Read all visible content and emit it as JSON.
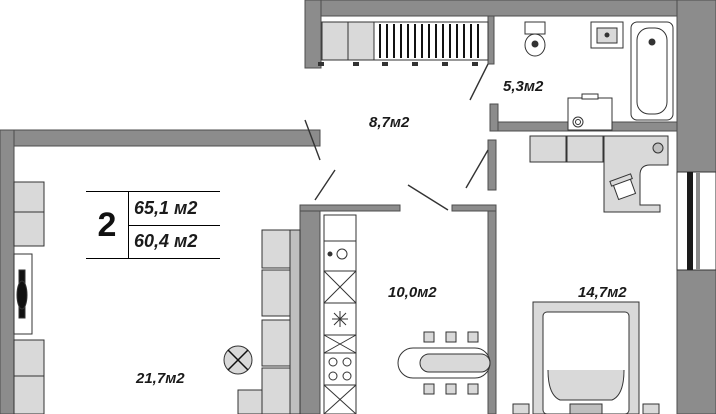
{
  "apartment": {
    "rooms_count": "2",
    "total_area": "65,1 м2",
    "living_area": "60,4 м2"
  },
  "rooms": [
    {
      "id": "hall",
      "area": "8,7м2"
    },
    {
      "id": "bathroom",
      "area": "5,3м2"
    },
    {
      "id": "kitchen",
      "area": "10,0м2"
    },
    {
      "id": "bedroom",
      "area": "14,7м2"
    },
    {
      "id": "living-room",
      "area": "21,7м2"
    }
  ],
  "colors": {
    "wall": "#8c8c8c",
    "furniture_fill": "#d9d9d9",
    "line": "#333333",
    "window": "#1a1a1a"
  }
}
